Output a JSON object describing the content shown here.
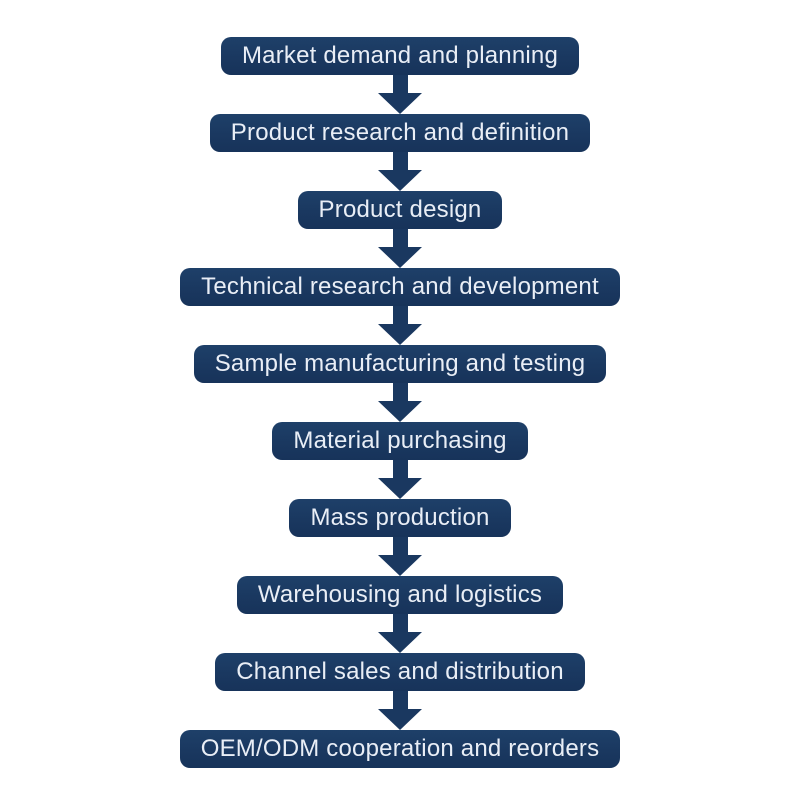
{
  "page": {
    "background_color": "#ffffff"
  },
  "flow": {
    "type": "flowchart",
    "direction": "top-down",
    "box_fill_color": "#1a3860",
    "arrow_color": "#1a3860",
    "text_color": "#e9eef6",
    "steps": [
      {
        "label": "Market demand and planning"
      },
      {
        "label": "Product research and definition"
      },
      {
        "label": "Product design"
      },
      {
        "label": "Technical research and development"
      },
      {
        "label": "Sample manufacturing and testing"
      },
      {
        "label": "Material purchasing"
      },
      {
        "label": "Mass production"
      },
      {
        "label": "Warehousing and logistics"
      },
      {
        "label": "Channel sales and distribution"
      },
      {
        "label": "OEM/ODM cooperation and reorders"
      }
    ]
  }
}
